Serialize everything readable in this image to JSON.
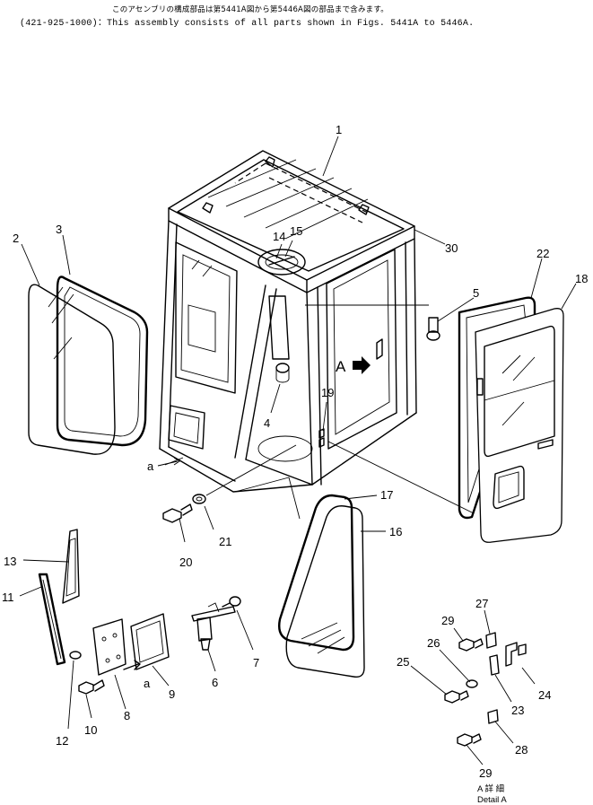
{
  "header": {
    "note_jp": "このアセンブリの構成部品は第5441A図から第5446A図の部品まで含みます。",
    "note_en": "(421-925-1000)：This assembly consists of all parts shown in Figs. 5441A to 5446A."
  },
  "callouts": {
    "p1": "1",
    "p2": "2",
    "p3": "3",
    "p4": "4",
    "p5": "5",
    "p6": "6",
    "p7": "7",
    "p8": "8",
    "p9": "9",
    "p10": "10",
    "p11": "11",
    "p12": "12",
    "p13": "13",
    "p14": "14",
    "p15": "15",
    "p16": "16",
    "p17": "17",
    "p18": "18",
    "p19": "19",
    "p20": "20",
    "p21": "21",
    "p22": "22",
    "p23": "23",
    "p24": "24",
    "p25": "25",
    "p26": "26",
    "p27": "27",
    "p28": "28",
    "p29a": "29",
    "p29b": "29",
    "p30": "30"
  },
  "view_markers": {
    "view_a": "A",
    "ref_a_left": "a",
    "ref_a_lower": "a"
  },
  "detail": {
    "label_jp": "A 詳 細",
    "label_en": "Detail A"
  }
}
